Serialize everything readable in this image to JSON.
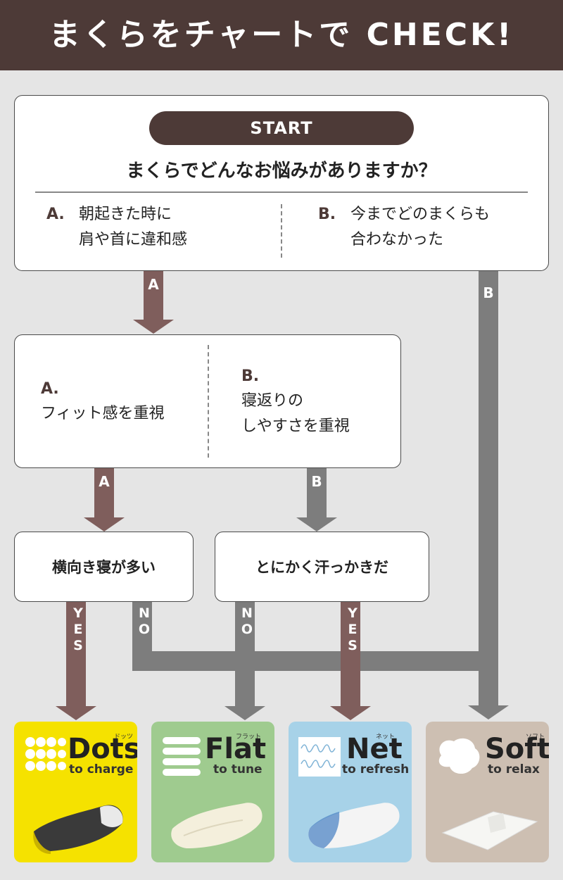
{
  "header": {
    "title": "まくらをチャートで CHECK!"
  },
  "start": {
    "label": "START",
    "question": "まくらでどんなお悩みがありますか？",
    "option_a": {
      "letter": "A.",
      "line1": "朝起きた時に",
      "line2": "肩や首に違和感"
    },
    "option_b": {
      "letter": "B.",
      "line1": "今までどのまくらも",
      "line2": "合わなかった"
    }
  },
  "second": {
    "option_a": {
      "letter": "A.",
      "line1": "フィット感を重視"
    },
    "option_b": {
      "letter": "B.",
      "line1": "寝返りの",
      "line2": "しやすさを重視"
    }
  },
  "q_left": {
    "text": "横向き寝が多い"
  },
  "q_right": {
    "text": "とにかく汗っかきだ"
  },
  "labels": {
    "a": "A",
    "b": "B",
    "yes": "YES",
    "no": "NO"
  },
  "products": [
    {
      "name": "Dots",
      "tagline": "to charge",
      "ruby": "ドッツ",
      "bg": "#f5e200",
      "pillow": "#3a3a3a"
    },
    {
      "name": "Flat",
      "tagline": "to tune",
      "ruby": "フラット",
      "bg": "#9fcb8f",
      "pillow": "#f4efdc"
    },
    {
      "name": "Net",
      "tagline": "to refresh",
      "ruby": "ネット",
      "bg": "#a7d2e8",
      "pillow": "#f4f4f4"
    },
    {
      "name": "Soft",
      "tagline": "to relax",
      "ruby": "ソフト",
      "bg": "#cdbfb2",
      "pillow": "#f6f6f3"
    }
  ],
  "colors": {
    "brown": "#4d3a37",
    "arrow_brown": "#7f5e5c",
    "arrow_gray": "#7d7d7d"
  }
}
